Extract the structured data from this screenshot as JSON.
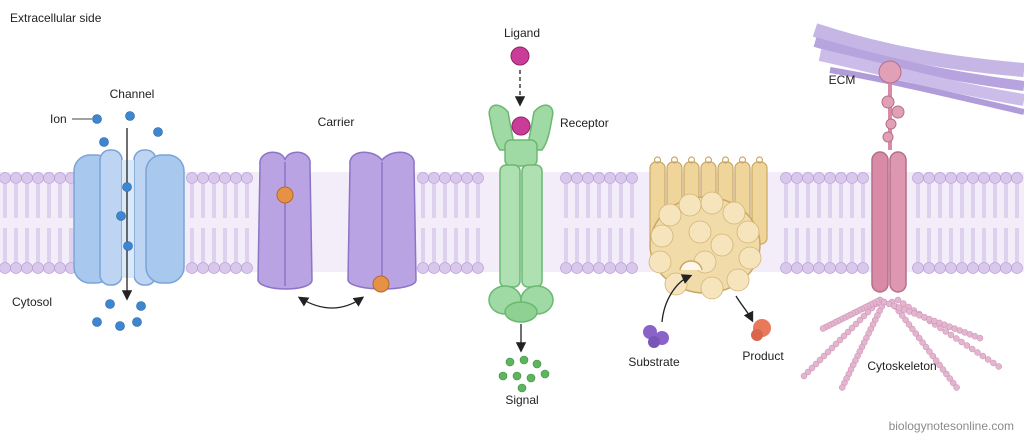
{
  "labels": {
    "side_top": "Extracellular side",
    "side_bottom": "Cytosol",
    "ion": "Ion",
    "channel": "Channel",
    "carrier": "Carrier",
    "ligand": "Ligand",
    "receptor": "Receptor",
    "signal": "Signal",
    "substrate": "Substrate",
    "product": "Product",
    "ecm": "ECM",
    "cytoskeleton": "Cytoskeleton"
  },
  "watermark": "biologynotesonline.com",
  "colors": {
    "lipid_head": "#d9c8ec",
    "lipid_tail": "#c9b5e3",
    "membrane_band": "#f1eaf8",
    "channel": "#a9c8ee",
    "ion": "#3f86d1",
    "carrier": "#b9a3e3",
    "cargo": "#e69245",
    "receptor": "#9fd9a3",
    "ligand": "#c93d98",
    "signal": "#5fb55f",
    "enzyme": "#f1dba8",
    "substrate": "#8a63c9",
    "product": "#e8795a",
    "anchor": "#d98aa6",
    "ecm_fiber": "#b9a6de",
    "cytoskeleton": "#e3b5cf"
  }
}
